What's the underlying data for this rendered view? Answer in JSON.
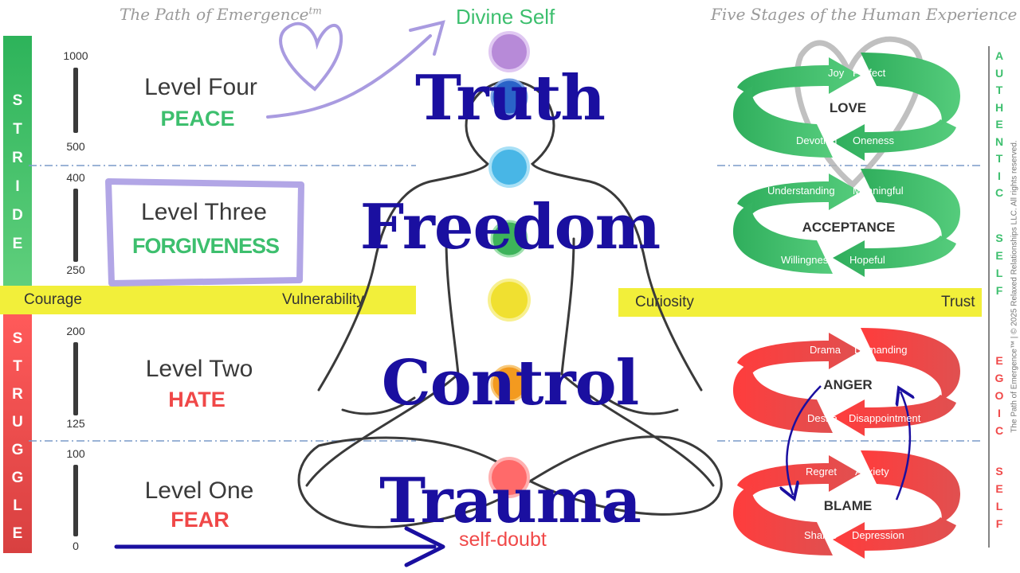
{
  "header": {
    "left_title": "The Path of Emergence",
    "left_tm": "tm",
    "center_title": "Divine Self",
    "right_title": "Five Stages of the Human Experience"
  },
  "side_labels": {
    "stride": [
      "S",
      "T",
      "R",
      "I",
      "D",
      "E"
    ],
    "struggle": [
      "S",
      "T",
      "R",
      "U",
      "G",
      "G",
      "L",
      "E"
    ]
  },
  "scale": [
    "1000",
    "500",
    "400",
    "250",
    "200",
    "125",
    "100",
    "0"
  ],
  "levels": [
    {
      "name": "Level Four",
      "emotion": "PEACE"
    },
    {
      "name": "Level Three",
      "emotion": "FORGIVENESS"
    },
    {
      "name": "Level Two",
      "emotion": "HATE"
    },
    {
      "name": "Level One",
      "emotion": "FEAR"
    }
  ],
  "big_words": [
    "Truth",
    "Freedom",
    "Control",
    "Trauma"
  ],
  "band": {
    "left_a": "Courage",
    "left_b": "Vulnerability",
    "right_a": "Curiosity",
    "right_b": "Trust"
  },
  "bottom_label": "self-doubt",
  "cycles": [
    {
      "center": "LOVE",
      "tl": "Joy",
      "tr": "Perfect",
      "bl": "Devotion",
      "br": "Oneness"
    },
    {
      "center": "ACCEPTANCE",
      "tl": "Understanding",
      "tr": "Meaningful",
      "bl": "Willingness",
      "br": "Hopeful"
    },
    {
      "center": "ANGER",
      "tl": "Drama",
      "tr": "Demanding",
      "bl": "Desire",
      "br": "Disappointment"
    },
    {
      "center": "BLAME",
      "tl": "Regret",
      "tr": "Anxiety",
      "bl": "Shame",
      "br": "Depression"
    }
  ],
  "right_side": {
    "authentic": [
      "A",
      "U",
      "T",
      "H",
      "E",
      "N",
      "T",
      "I",
      "C"
    ],
    "self_top": [
      "S",
      "E",
      "L",
      "F"
    ],
    "egoic": [
      "E",
      "G",
      "O",
      "I",
      "C"
    ],
    "self_bottom": [
      "S",
      "E",
      "L",
      "F"
    ]
  },
  "copyright": "The Path of Emergence™ | © 2025 Relaxed Relationships LLC. All rights reserved.",
  "colors": {
    "green": "#3dbf6e",
    "red": "#f04848",
    "yellow": "#f2ef3a",
    "navy": "#1a0fa0",
    "lavender": "#a99be0"
  }
}
